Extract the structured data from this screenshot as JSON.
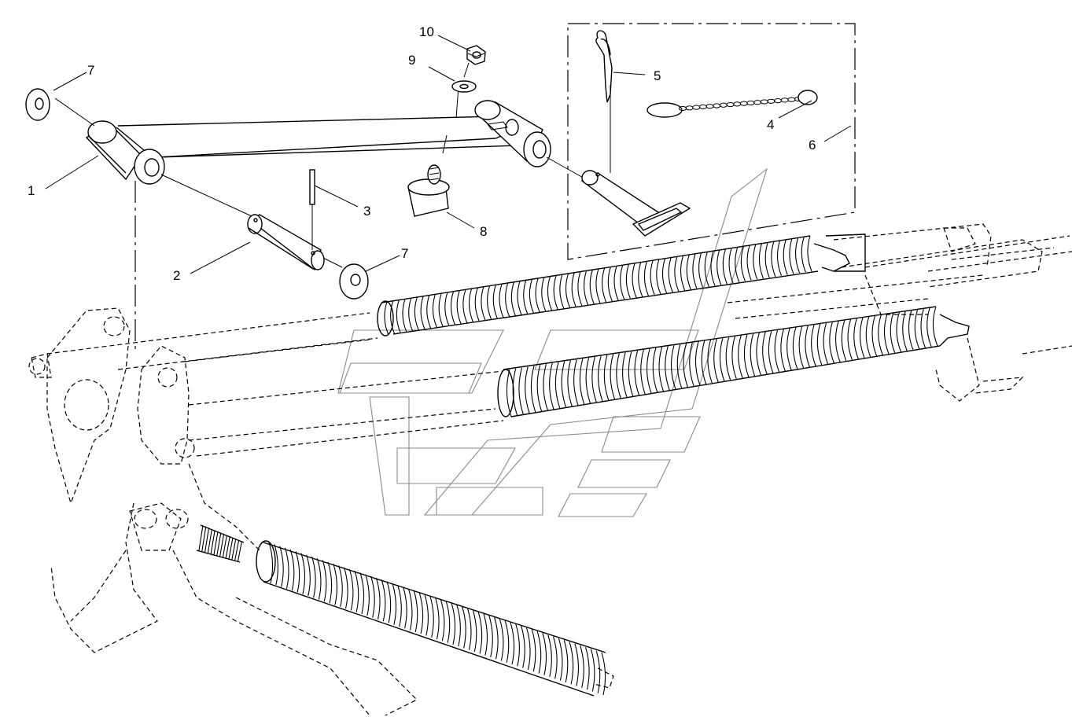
{
  "diagram": {
    "callouts": [
      {
        "id": "c1",
        "label": "1",
        "part": "arm-tube"
      },
      {
        "id": "c2",
        "label": "2",
        "part": "pin"
      },
      {
        "id": "c3",
        "label": "3",
        "part": "roll-pin"
      },
      {
        "id": "c4",
        "label": "4",
        "part": "chain"
      },
      {
        "id": "c5",
        "label": "5",
        "part": "hair-pin-clip"
      },
      {
        "id": "c6",
        "label": "6",
        "part": "pin-assembly-kit"
      },
      {
        "id": "c7a",
        "label": "7",
        "part": "washer-left"
      },
      {
        "id": "c7b",
        "label": "7",
        "part": "washer-right"
      },
      {
        "id": "c8",
        "label": "8",
        "part": "rubber-bumper"
      },
      {
        "id": "c9",
        "label": "9",
        "part": "washer-small"
      },
      {
        "id": "c10",
        "label": "10",
        "part": "lock-nut"
      }
    ],
    "colors": {
      "line": "#000000",
      "background": "#ffffff",
      "watermark": "#8a8a8a"
    }
  }
}
